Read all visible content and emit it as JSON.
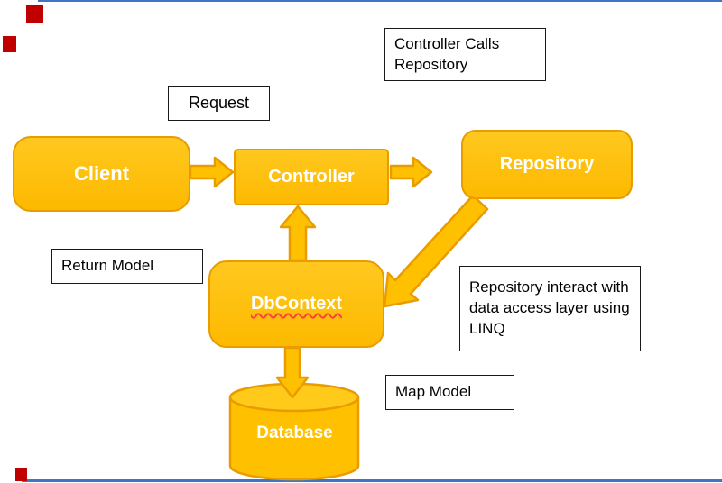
{
  "diagram": {
    "nodes": {
      "client": {
        "label": "Client"
      },
      "controller": {
        "label": "Controller"
      },
      "repository": {
        "label": "Repository"
      },
      "dbcontext": {
        "label": "DbContext"
      },
      "database": {
        "label": "Database"
      }
    },
    "annotations": {
      "request": "Request",
      "controller_calls_repository": "Controller Calls Repository",
      "return_model": "Return Model",
      "repository_interact": "Repository interact with data access layer using LINQ",
      "map_model": "Map Model"
    },
    "colors": {
      "shape_fill": "#FFC000",
      "shape_border": "#E89C00",
      "shape_text": "#FFFFFF",
      "callout_bg": "#FFFFFF",
      "callout_border": "#1A1A1A",
      "callout_text": "#000000",
      "arrow_fill": "#FFC000",
      "arrow_border": "#E89C00",
      "spellcheck_red": "#FF4040",
      "artifact_red": "#C00000",
      "artifact_blue": "#4472C4"
    }
  }
}
